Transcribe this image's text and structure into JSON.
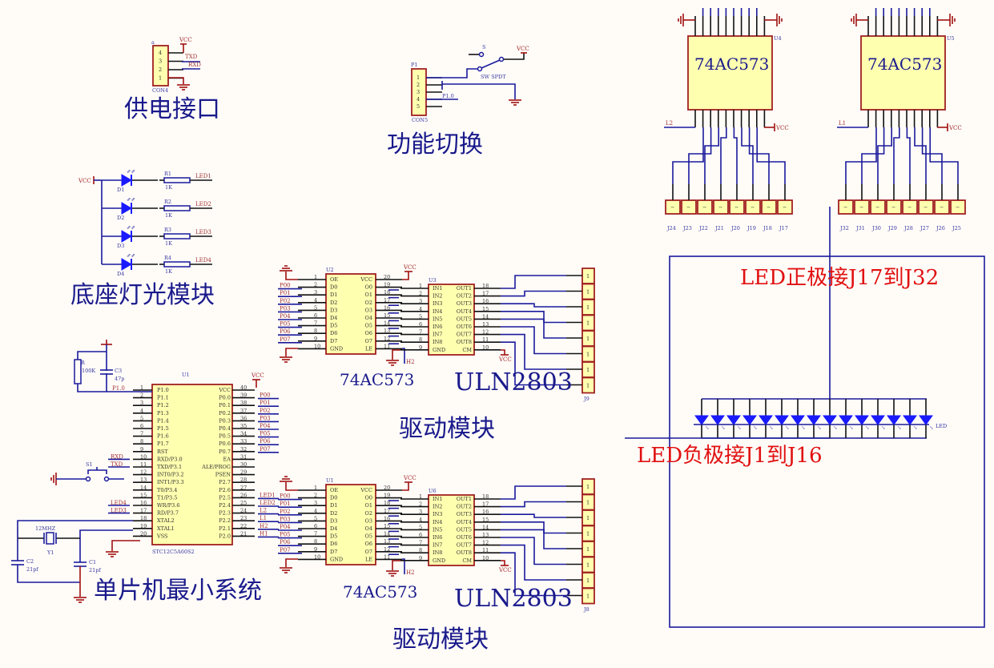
{
  "colors": {
    "wire": "#1a1a9c",
    "pin": "#111111",
    "power": "#a01010",
    "chip_fill": "#ffffb0",
    "chip_border": "#a02020",
    "title_text": "#1a1a8c",
    "annotation_red": "#e01010",
    "led": "#1a1aff",
    "background": "#fffcf8"
  },
  "power_module": {
    "title": "供电接口",
    "designator": "a",
    "part": "CON4",
    "pins": [
      "4",
      "3",
      "2",
      "1"
    ],
    "nets": [
      "VCC",
      "TXD",
      "RXD"
    ],
    "gnd_icon": "ground-icon"
  },
  "switch_module": {
    "title": "功能切换",
    "designator": "P1",
    "part": "CON5",
    "pins": [
      "1",
      "2",
      "3",
      "4",
      "5"
    ],
    "switch_label": "S",
    "switch_part": "SW SPDT",
    "net": "P1.0",
    "vcc": "VCC"
  },
  "led_base_module": {
    "title": "底座灯光模块",
    "vcc": "VCC",
    "rows": [
      {
        "diode": "D1",
        "resistor": "R1",
        "value": "1K",
        "net": "LED1"
      },
      {
        "diode": "D2",
        "resistor": "R2",
        "value": "1K",
        "net": "LED2"
      },
      {
        "diode": "D3",
        "resistor": "R3",
        "value": "1K",
        "net": "LED3"
      },
      {
        "diode": "D4",
        "resistor": "R4",
        "value": "1K",
        "net": "LED4"
      }
    ]
  },
  "mcu_module": {
    "title": "单片机最小系统",
    "designator": "U1",
    "part": "STC12C5A60S2",
    "vcc": "VCC",
    "reset_resistor": {
      "name": "R",
      "value": "100K"
    },
    "reset_cap": {
      "name": "C3",
      "value": "47p"
    },
    "reset_net": "P1.0",
    "crystal": {
      "name": "Y1",
      "value": "12MHZ"
    },
    "caps": [
      {
        "name": "C2",
        "value": "21pf"
      },
      {
        "name": "C1",
        "value": "21pf"
      }
    ],
    "switch": "S1",
    "left_pins": [
      {
        "num": "1",
        "name": "P1.0"
      },
      {
        "num": "2",
        "name": "P1.1"
      },
      {
        "num": "3",
        "name": "P1.2"
      },
      {
        "num": "4",
        "name": "P1.3"
      },
      {
        "num": "5",
        "name": "P1.4"
      },
      {
        "num": "6",
        "name": "P1.5"
      },
      {
        "num": "7",
        "name": "P1.6"
      },
      {
        "num": "8",
        "name": "P1.7"
      },
      {
        "num": "9",
        "name": "RST"
      },
      {
        "num": "10",
        "name": "RXD/P3.0"
      },
      {
        "num": "11",
        "name": "TXD/P3.1"
      },
      {
        "num": "12",
        "name": "INT0/P3.2"
      },
      {
        "num": "13",
        "name": "INT1/P3.3"
      },
      {
        "num": "14",
        "name": "T0/P3.4"
      },
      {
        "num": "15",
        "name": "T1/P3.5"
      },
      {
        "num": "16",
        "name": "WR/P3.6"
      },
      {
        "num": "17",
        "name": "RD/P3.7"
      },
      {
        "num": "18",
        "name": "XTAL2"
      },
      {
        "num": "19",
        "name": "XTAL1"
      },
      {
        "num": "20",
        "name": "VSS"
      }
    ],
    "right_pins": [
      {
        "num": "40",
        "name": "VCC"
      },
      {
        "num": "39",
        "name": "P0.0"
      },
      {
        "num": "38",
        "name": "P0.1"
      },
      {
        "num": "37",
        "name": "P0.2"
      },
      {
        "num": "36",
        "name": "P0.3"
      },
      {
        "num": "35",
        "name": "P0.4"
      },
      {
        "num": "34",
        "name": "P0.5"
      },
      {
        "num": "33",
        "name": "P0.6"
      },
      {
        "num": "32",
        "name": "P0.7"
      },
      {
        "num": "31",
        "name": "EA"
      },
      {
        "num": "30",
        "name": "ALE/PROG"
      },
      {
        "num": "29",
        "name": "PSEN"
      },
      {
        "num": "28",
        "name": "P2.7"
      },
      {
        "num": "27",
        "name": "P2.6"
      },
      {
        "num": "26",
        "name": "P2.5"
      },
      {
        "num": "25",
        "name": "P2.4"
      },
      {
        "num": "24",
        "name": "P2.3"
      },
      {
        "num": "23",
        "name": "P2.2"
      },
      {
        "num": "22",
        "name": "P2.1"
      },
      {
        "num": "21",
        "name": "P2.0"
      }
    ],
    "left_nets": {
      "10": "RXD",
      "11": "TXD",
      "16": "LED4",
      "17": "LED3"
    },
    "right_nets": {
      "39": "P00",
      "38": "P01",
      "37": "P02",
      "36": "P03",
      "35": "P04",
      "34": "P05",
      "33": "P06",
      "32": "P07",
      "26": "LED1",
      "25": "LED2",
      "24": "L2",
      "23": "L1",
      "22": "H2",
      "21": "H1"
    }
  },
  "driver_module_1": {
    "title": "驱动模块",
    "latch": {
      "designator": "U2",
      "part": "74AC573"
    },
    "driver": {
      "designator": "U3",
      "part": "ULN2803"
    },
    "header": "J9"
  },
  "driver_module_2": {
    "title": "驱动模块",
    "latch": {
      "designator": "U1",
      "part": "74AC573"
    },
    "driver": {
      "designator": "U6",
      "part": "ULN2803"
    },
    "header": "J8"
  },
  "latch_pins": {
    "left": [
      {
        "num": "1",
        "name": "OE"
      },
      {
        "num": "2",
        "name": "D0"
      },
      {
        "num": "3",
        "name": "D1"
      },
      {
        "num": "4",
        "name": "D2"
      },
      {
        "num": "5",
        "name": "D3"
      },
      {
        "num": "6",
        "name": "D4"
      },
      {
        "num": "7",
        "name": "D5"
      },
      {
        "num": "8",
        "name": "D6"
      },
      {
        "num": "9",
        "name": "D7"
      },
      {
        "num": "10",
        "name": "GND"
      }
    ],
    "right": [
      {
        "num": "20",
        "name": "VCC"
      },
      {
        "num": "19",
        "name": "O0"
      },
      {
        "num": "18",
        "name": "O1"
      },
      {
        "num": "17",
        "name": "O2"
      },
      {
        "num": "16",
        "name": "O3"
      },
      {
        "num": "15",
        "name": "O4"
      },
      {
        "num": "14",
        "name": "O5"
      },
      {
        "num": "13",
        "name": "O6"
      },
      {
        "num": "12",
        "name": "O7"
      },
      {
        "num": "11",
        "name": "LE"
      }
    ],
    "input_nets": [
      "P00",
      "P01",
      "P02",
      "P03",
      "P04",
      "P05",
      "P06",
      "P07"
    ],
    "le_net": "H2"
  },
  "uln_pins": {
    "left": [
      {
        "num": "1",
        "name": "IN1"
      },
      {
        "num": "2",
        "name": "IN2"
      },
      {
        "num": "3",
        "name": "IN3"
      },
      {
        "num": "4",
        "name": "IN4"
      },
      {
        "num": "5",
        "name": "IN5"
      },
      {
        "num": "6",
        "name": "IN6"
      },
      {
        "num": "7",
        "name": "IN7"
      },
      {
        "num": "8",
        "name": "IN8"
      },
      {
        "num": "9",
        "name": "GND"
      }
    ],
    "right": [
      {
        "num": "18",
        "name": "OUT1"
      },
      {
        "num": "17",
        "name": "OUT2"
      },
      {
        "num": "16",
        "name": "OUT3"
      },
      {
        "num": "15",
        "name": "OUT4"
      },
      {
        "num": "14",
        "name": "OUT5"
      },
      {
        "num": "13",
        "name": "OUT6"
      },
      {
        "num": "12",
        "name": "OUT7"
      },
      {
        "num": "11",
        "name": "OUT8"
      },
      {
        "num": "10",
        "name": "CM"
      }
    ],
    "vcc": "VCC"
  },
  "led_matrix": {
    "latch_a": {
      "designator": "U4",
      "part": "74AC573",
      "net": "L2",
      "vcc": "VCC",
      "headers": [
        "J24",
        "J23",
        "J22",
        "J21",
        "J20",
        "J19",
        "J18",
        "J17"
      ]
    },
    "latch_b": {
      "designator": "U5",
      "part": "74AC573",
      "net": "L1",
      "vcc": "VCC",
      "headers": [
        "J32",
        "J31",
        "J30",
        "J29",
        "J28",
        "J27",
        "J26",
        "J25"
      ]
    },
    "led_count": 15,
    "note_positive": "LED正极接J17到J32",
    "note_negative": "LED负极接J1到J16",
    "led_tail_label": "LED"
  }
}
